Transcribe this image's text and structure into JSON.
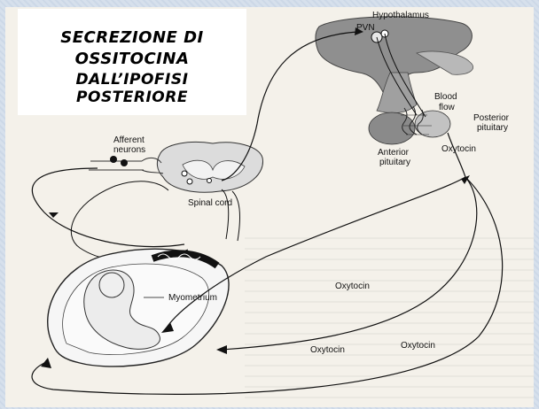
{
  "title": {
    "line1": "SECREZIONE DI",
    "line2": "OSSITOCINA",
    "line3": "DALL’IPOFISI POSTERIORE"
  },
  "labels": {
    "hypothalamus": "Hypothalamus",
    "pvn": "PVN",
    "blood_flow_1": "Blood",
    "blood_flow_2": "flow",
    "posterior_pituitary_1": "Posterior",
    "posterior_pituitary_2": "pituitary",
    "anterior_pituitary_1": "Anterior",
    "anterior_pituitary_2": "pituitary",
    "oxytocin_top": "Oxytocin",
    "afferent_1": "Afferent",
    "afferent_2": "neurons",
    "spinal_cord": "Spinal cord",
    "myometrium": "Myometrium",
    "oxytocin_mid": "Oxytocin",
    "oxytocin_bottom_left": "Oxytocin",
    "oxytocin_bottom_right": "Oxytocin"
  }
}
